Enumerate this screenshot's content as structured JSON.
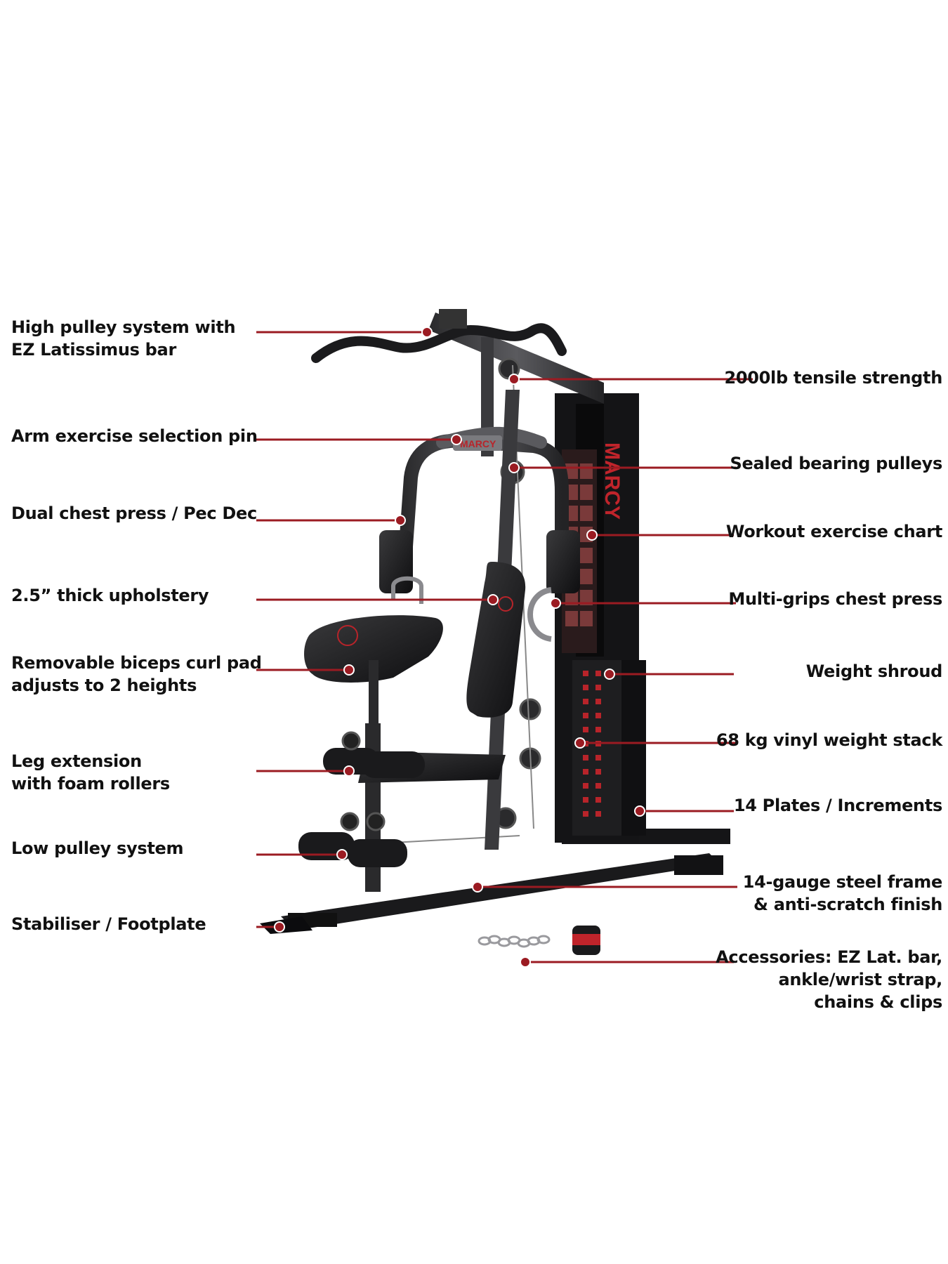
{
  "colors": {
    "leader": "#9b1b22",
    "dot": "#9b1b22",
    "text": "#111111",
    "machine": "#1c1c1e",
    "accent": "#c0242b"
  },
  "brand": {
    "logo_text": "MARCY"
  },
  "callouts_left": [
    {
      "lines": [
        "High pulley system with",
        "EZ Latissimus bar"
      ]
    },
    {
      "lines": [
        "Arm exercise selection pin"
      ]
    },
    {
      "lines": [
        "Dual chest press / Pec Dec"
      ]
    },
    {
      "lines": [
        "2.5” thick upholstery"
      ]
    },
    {
      "lines": [
        "Removable biceps curl pad",
        "adjusts to 2 heights"
      ]
    },
    {
      "lines": [
        "Leg extension",
        "with foam rollers"
      ]
    },
    {
      "lines": [
        "Low pulley system"
      ]
    },
    {
      "lines": [
        "Stabiliser / Footplate"
      ]
    }
  ],
  "callouts_right": [
    {
      "lines": [
        "2000lb tensile strength"
      ]
    },
    {
      "lines": [
        "Sealed bearing pulleys"
      ]
    },
    {
      "lines": [
        "Workout exercise chart"
      ]
    },
    {
      "lines": [
        "Multi-grips chest press"
      ]
    },
    {
      "lines": [
        "Weight shroud"
      ]
    },
    {
      "lines": [
        "68 kg vinyl weight stack"
      ]
    },
    {
      "lines": [
        "14 Plates / Increments"
      ]
    },
    {
      "lines": [
        "14-gauge steel frame",
        "& anti-scratch finish"
      ]
    },
    {
      "lines": [
        "Accessories: EZ Lat. bar,",
        "ankle/wrist strap,",
        "chains & clips"
      ]
    }
  ]
}
